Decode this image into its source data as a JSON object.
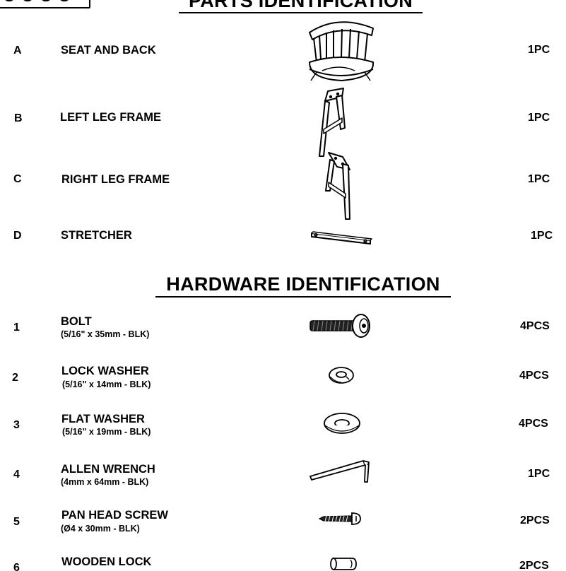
{
  "parts": {
    "title": "PARTS IDENTIFICATION",
    "items": [
      {
        "code": "A",
        "name": "SEAT AND BACK",
        "qty": "1PC",
        "icon": "chair-seat-back-icon"
      },
      {
        "code": "B",
        "name": "LEFT LEG FRAME",
        "qty": "1PC",
        "icon": "left-leg-frame-icon"
      },
      {
        "code": "C",
        "name": "RIGHT LEG FRAME",
        "qty": "1PC",
        "icon": "right-leg-frame-icon"
      },
      {
        "code": "D",
        "name": "STRETCHER",
        "qty": "1PC",
        "icon": "stretcher-icon"
      }
    ]
  },
  "hardware": {
    "title": "HARDWARE IDENTIFICATION",
    "items": [
      {
        "code": "1",
        "name": "BOLT",
        "spec": "(5/16\" x 35mm - BLK)",
        "qty": "4PCS",
        "icon": "bolt-icon"
      },
      {
        "code": "2",
        "name": "LOCK WASHER",
        "spec": "(5/16\" x 14mm - BLK)",
        "qty": "4PCS",
        "icon": "lock-washer-icon"
      },
      {
        "code": "3",
        "name": "FLAT WASHER",
        "spec": "(5/16\" x 19mm - BLK)",
        "qty": "4PCS",
        "icon": "flat-washer-icon"
      },
      {
        "code": "4",
        "name": "ALLEN WRENCH",
        "spec": "(4mm x 64mm - BLK)",
        "qty": "1PC",
        "icon": "allen-wrench-icon"
      },
      {
        "code": "5",
        "name": "PAN HEAD SCREW",
        "spec": "(Ø4 x 30mm - BLK)",
        "qty": "2PCS",
        "icon": "pan-head-screw-icon"
      },
      {
        "code": "6",
        "name": "WOODEN LOCK",
        "qty": "2PCS",
        "icon": "wooden-lock-icon"
      }
    ]
  }
}
